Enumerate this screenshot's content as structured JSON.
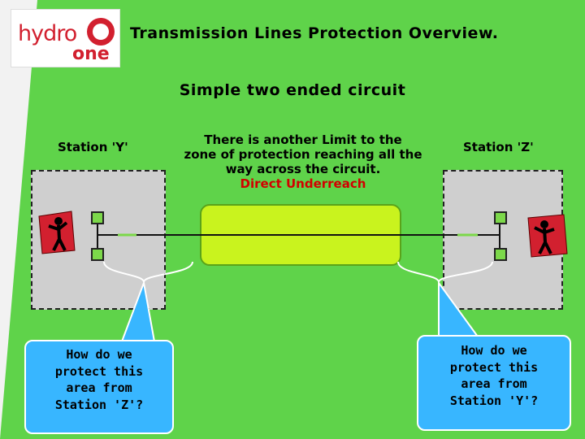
{
  "slide": {
    "title": "Transmission Lines Protection Overview.",
    "subtitle": "Simple two ended circuit"
  },
  "logo": {
    "word_top": "hydro",
    "word_bottom": "one"
  },
  "stations": {
    "left": {
      "label": "Station 'Y'"
    },
    "right": {
      "label": "Station 'Z'"
    }
  },
  "center_text": {
    "line1": "There is another Limit to the",
    "line2": "zone of protection reaching all the",
    "line3": "way across the circuit.",
    "red_label": "Direct Underreach"
  },
  "callouts": {
    "left": {
      "lines": [
        "How do we",
        "protect this",
        "area from",
        "Station 'Z'?"
      ]
    },
    "right": {
      "lines": [
        "How do we",
        "protect this",
        "area from",
        "Station 'Y'?"
      ]
    }
  },
  "colors": {
    "background": "#5fd34a",
    "station_box": "#cfcfcf",
    "zone_fill": "#c9f31e",
    "callout_fill": "#38b6ff",
    "brand_red": "#d2202f",
    "highlight_red": "#d20000"
  }
}
